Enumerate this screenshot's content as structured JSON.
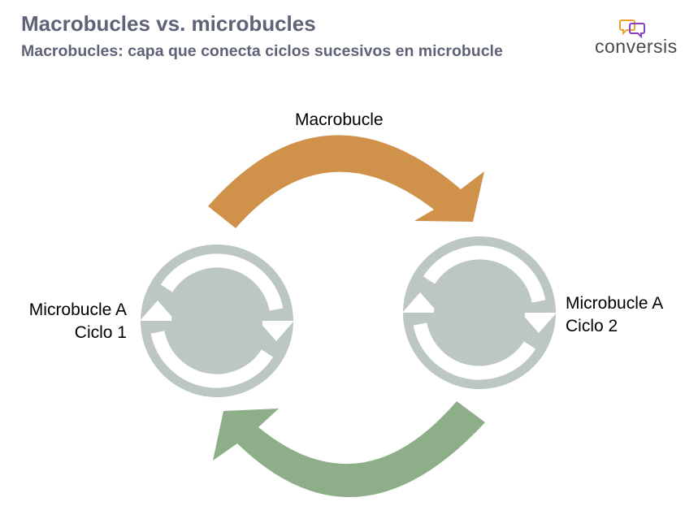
{
  "header": {
    "title": "Macrobucles vs. microbucles",
    "subtitle": "Macrobucles: capa que conecta  ciclos sucesivos en microbucle"
  },
  "logo": {
    "text": "conversis",
    "colors": [
      "#f0a030",
      "#8a3fc0"
    ]
  },
  "diagram": {
    "top_arrow_label": "Macrobucle",
    "left_cycle": {
      "line1": "Microbucle A",
      "line2": "Ciclo 1"
    },
    "right_cycle": {
      "line1": "Microbucle A",
      "line2": "Ciclo 2"
    },
    "colors": {
      "top_arrow": "#d0924a",
      "bottom_arrow": "#8dae88",
      "cycle_disc": "#bcc6c4",
      "cycle_arrows": "#ffffff"
    }
  }
}
